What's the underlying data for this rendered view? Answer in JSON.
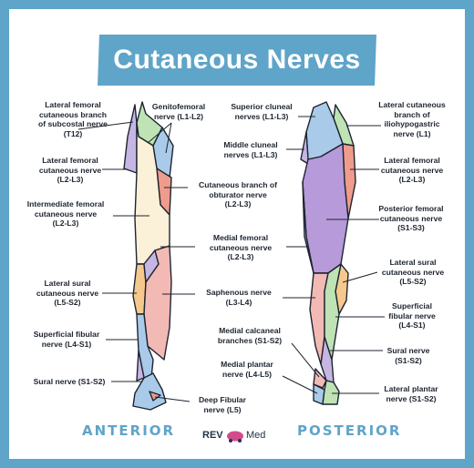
{
  "title": "Cutaneous Nerves",
  "views": {
    "anterior": "ANTERIOR",
    "posterior": "POSTERIOR"
  },
  "logo": {
    "rev": "REV",
    "med": "Med"
  },
  "colors": {
    "border": "#5fa4c9",
    "lavender": "#c6b6e4",
    "light_blue": "#a9cbe9",
    "green": "#bfe3b4",
    "salmon": "#ef9c8c",
    "pink": "#f3b9b5",
    "cream": "#fbf1d8",
    "peach": "#f5c98d",
    "purple": "#b79ad9"
  },
  "labels": {
    "lat_fem_subcostal": [
      "Lateral femoral",
      "cutaneous branch",
      "of subcostal nerve",
      "(T12)"
    ],
    "lat_fem_cut_ant": [
      "Lateral femoral",
      "cutaneous nerve",
      "(L2-L3)"
    ],
    "intermediate_fem": [
      "Intermediate femoral",
      "cutaneous nerve",
      "(L2-L3)"
    ],
    "lat_sural_ant": [
      "Lateral sural",
      "cutaneous nerve",
      "(L5-S2)"
    ],
    "sup_fibular_ant": [
      "Superficial fibular",
      "nerve (L4-S1)"
    ],
    "sural_ant": [
      "Sural nerve (S1-S2)"
    ],
    "genitofemoral": [
      "Genitofemoral",
      "nerve (L1-L2)"
    ],
    "cut_obturator": [
      "Cutaneous branch of",
      "obturator nerve",
      "(L2-L3)"
    ],
    "medial_fem": [
      "Medial femoral",
      "cutaneous nerve",
      "(L2-L3)"
    ],
    "saphenous": [
      "Saphenous nerve",
      "(L3-L4)"
    ],
    "medial_calcaneal": [
      "Medial calcaneal",
      "branches (S1-S2)"
    ],
    "medial_plantar": [
      "Medial plantar",
      "nerve (L4-L5)"
    ],
    "deep_fibular": [
      "Deep Fibular",
      "nerve (L5)"
    ],
    "superior_cluneal": [
      "Superior cluneal",
      "nerves (L1-L3)"
    ],
    "middle_cluneal": [
      "Middle cluneal",
      "nerves (L1-L3)"
    ],
    "lat_cut_iliohypo": [
      "Lateral cutaneous",
      "branch of",
      "iliohypogastric",
      "nerve (L1)"
    ],
    "lat_fem_cut_post": [
      "Lateral femoral",
      "cutaneous nerve",
      "(L2-L3)"
    ],
    "post_fem": [
      "Posterior femoral",
      "cutaneous nerve",
      "(S1-S3)"
    ],
    "lat_sural_post": [
      "Lateral sural",
      "cutaneous nerve",
      "(L5-S2)"
    ],
    "sup_fibular_post": [
      "Superficial",
      "fibular nerve",
      "(L4-S1)"
    ],
    "sural_post": [
      "Sural nerve",
      "(S1-S2)"
    ],
    "lat_plantar": [
      "Lateral plantar",
      "nerve (S1-S2)"
    ]
  }
}
